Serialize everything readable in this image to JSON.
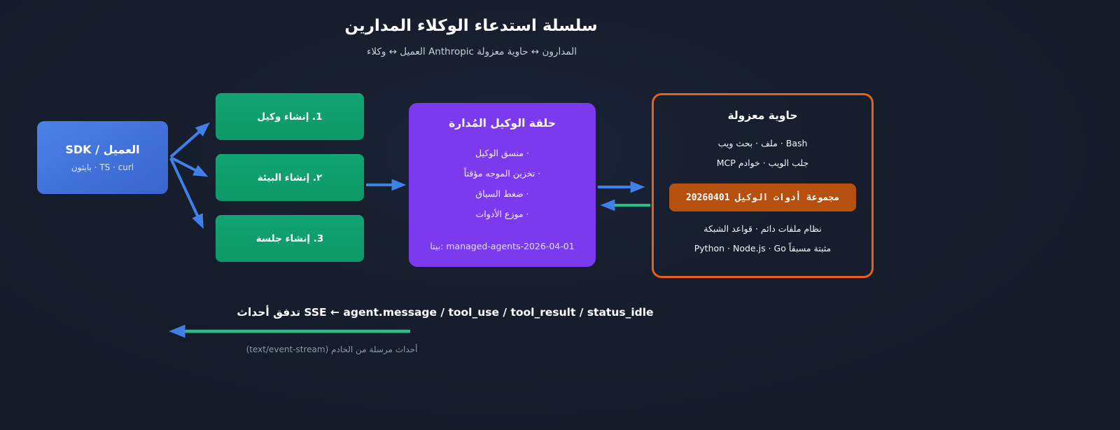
{
  "page": {
    "title": "سلسلة استدعاء الوكلاء المدارين",
    "subtitle": "العميل ↔ وكلاء Anthropic المدارون ↔ حاوية معزولة"
  },
  "client": {
    "title": "العميل / SDK",
    "subtitle": "بايثون · TS · curl"
  },
  "steps": [
    {
      "label": "1. إنشاء وكيل"
    },
    {
      "label": "٢. إنشاء البيئة"
    },
    {
      "label": "3. إنشاء جلسة"
    }
  ],
  "loop": {
    "title": "حلقة الوكيل المُدارة",
    "items": [
      {
        "label": "· منسق الوكيل"
      },
      {
        "label": "· تخزين الموجه مؤقتاً"
      },
      {
        "label": "· ضغط السياق"
      },
      {
        "label": "· موزع الأدوات"
      }
    ],
    "beta": "بيتا: managed-agents-2026-04-01"
  },
  "sandbox": {
    "title": "حاوية معزولة",
    "line1": "Bash · ملف · بحث ويب",
    "line2": "جلب الويب · خوادم MCP",
    "badge": "مجموعة أدوات الوكيل 20260401",
    "line3": "نظام ملفات دائم · قواعد الشبكة",
    "line4": "Python · Node.js · Go مثبتة مسبقاً"
  },
  "sse": {
    "title": "تدفق أحداث SSE ← agent.message / tool_use / tool_result / status_idle",
    "caption": "أحداث مرسلة من الخادم (text/event-stream)"
  },
  "colors": {
    "background": "#131a28",
    "client_blue": "#4a82e8",
    "step_green": "#0fa06e",
    "loop_purple": "#7c3aee",
    "sandbox_orange": "#e8611c",
    "badge_rust": "#b5500f",
    "arrow_blue": "#4080e8",
    "arrow_green": "#26bf8c",
    "muted_text": "#8d99ab"
  }
}
